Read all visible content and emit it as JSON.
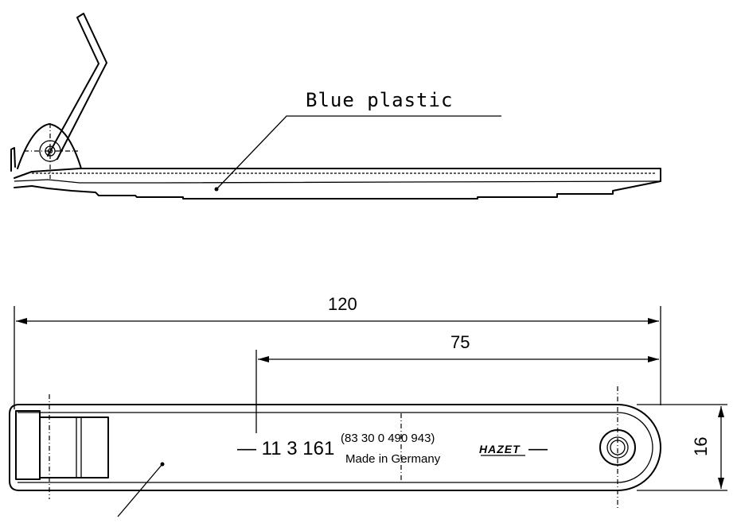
{
  "callout": {
    "material_label": "Blue plastic"
  },
  "dimensions": {
    "total_length": "120",
    "partial_length": "75",
    "width": "16"
  },
  "engraving": {
    "part_number": "— 11 3 161",
    "code": "(83 30 0 490 943)",
    "origin": "Made in Germany",
    "brand": "HAZET",
    "trailing_dash": "—"
  }
}
